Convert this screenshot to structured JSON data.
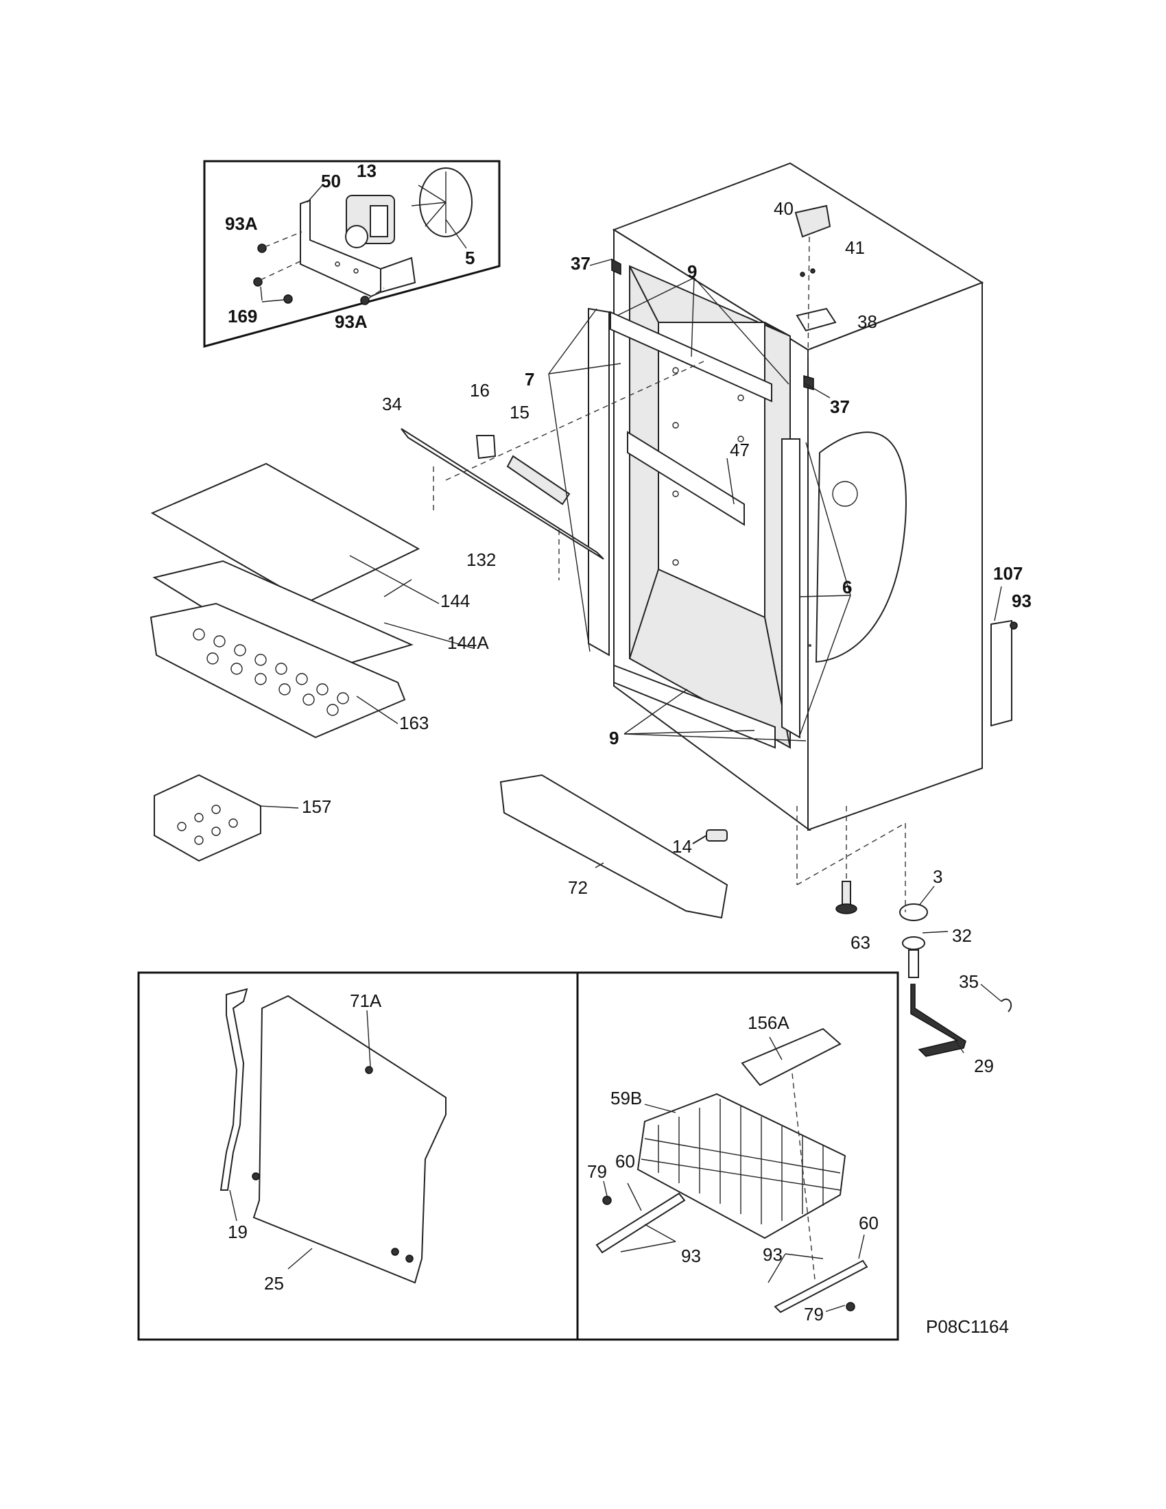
{
  "drawing_code": "P08C1164",
  "labels": {
    "l50": "50",
    "l13": "13",
    "l93a_top": "93A",
    "l5": "5",
    "l169": "169",
    "l93a_bottom": "93A",
    "l37_top": "37",
    "l9_top": "9",
    "l40": "40",
    "l41": "41",
    "l38": "38",
    "l37_right": "37",
    "l7": "7",
    "l34": "34",
    "l16": "16",
    "l15": "15",
    "l47": "47",
    "l132": "132",
    "l144": "144",
    "l144a": "144A",
    "l163": "163",
    "l6": "6",
    "l107": "107",
    "l93_right": "93",
    "l157": "157",
    "l9_bottom": "9",
    "l14": "14",
    "l72": "72",
    "l3": "3",
    "l63": "63",
    "l32": "32",
    "l35": "35",
    "l29": "29",
    "l71a": "71A",
    "l19": "19",
    "l25": "25",
    "l156a": "156A",
    "l59b": "59B",
    "l79_left": "79",
    "l60_left": "60",
    "l93_basket_left": "93",
    "l93_basket_right": "93",
    "l60_right": "60",
    "l79_right": "79"
  }
}
